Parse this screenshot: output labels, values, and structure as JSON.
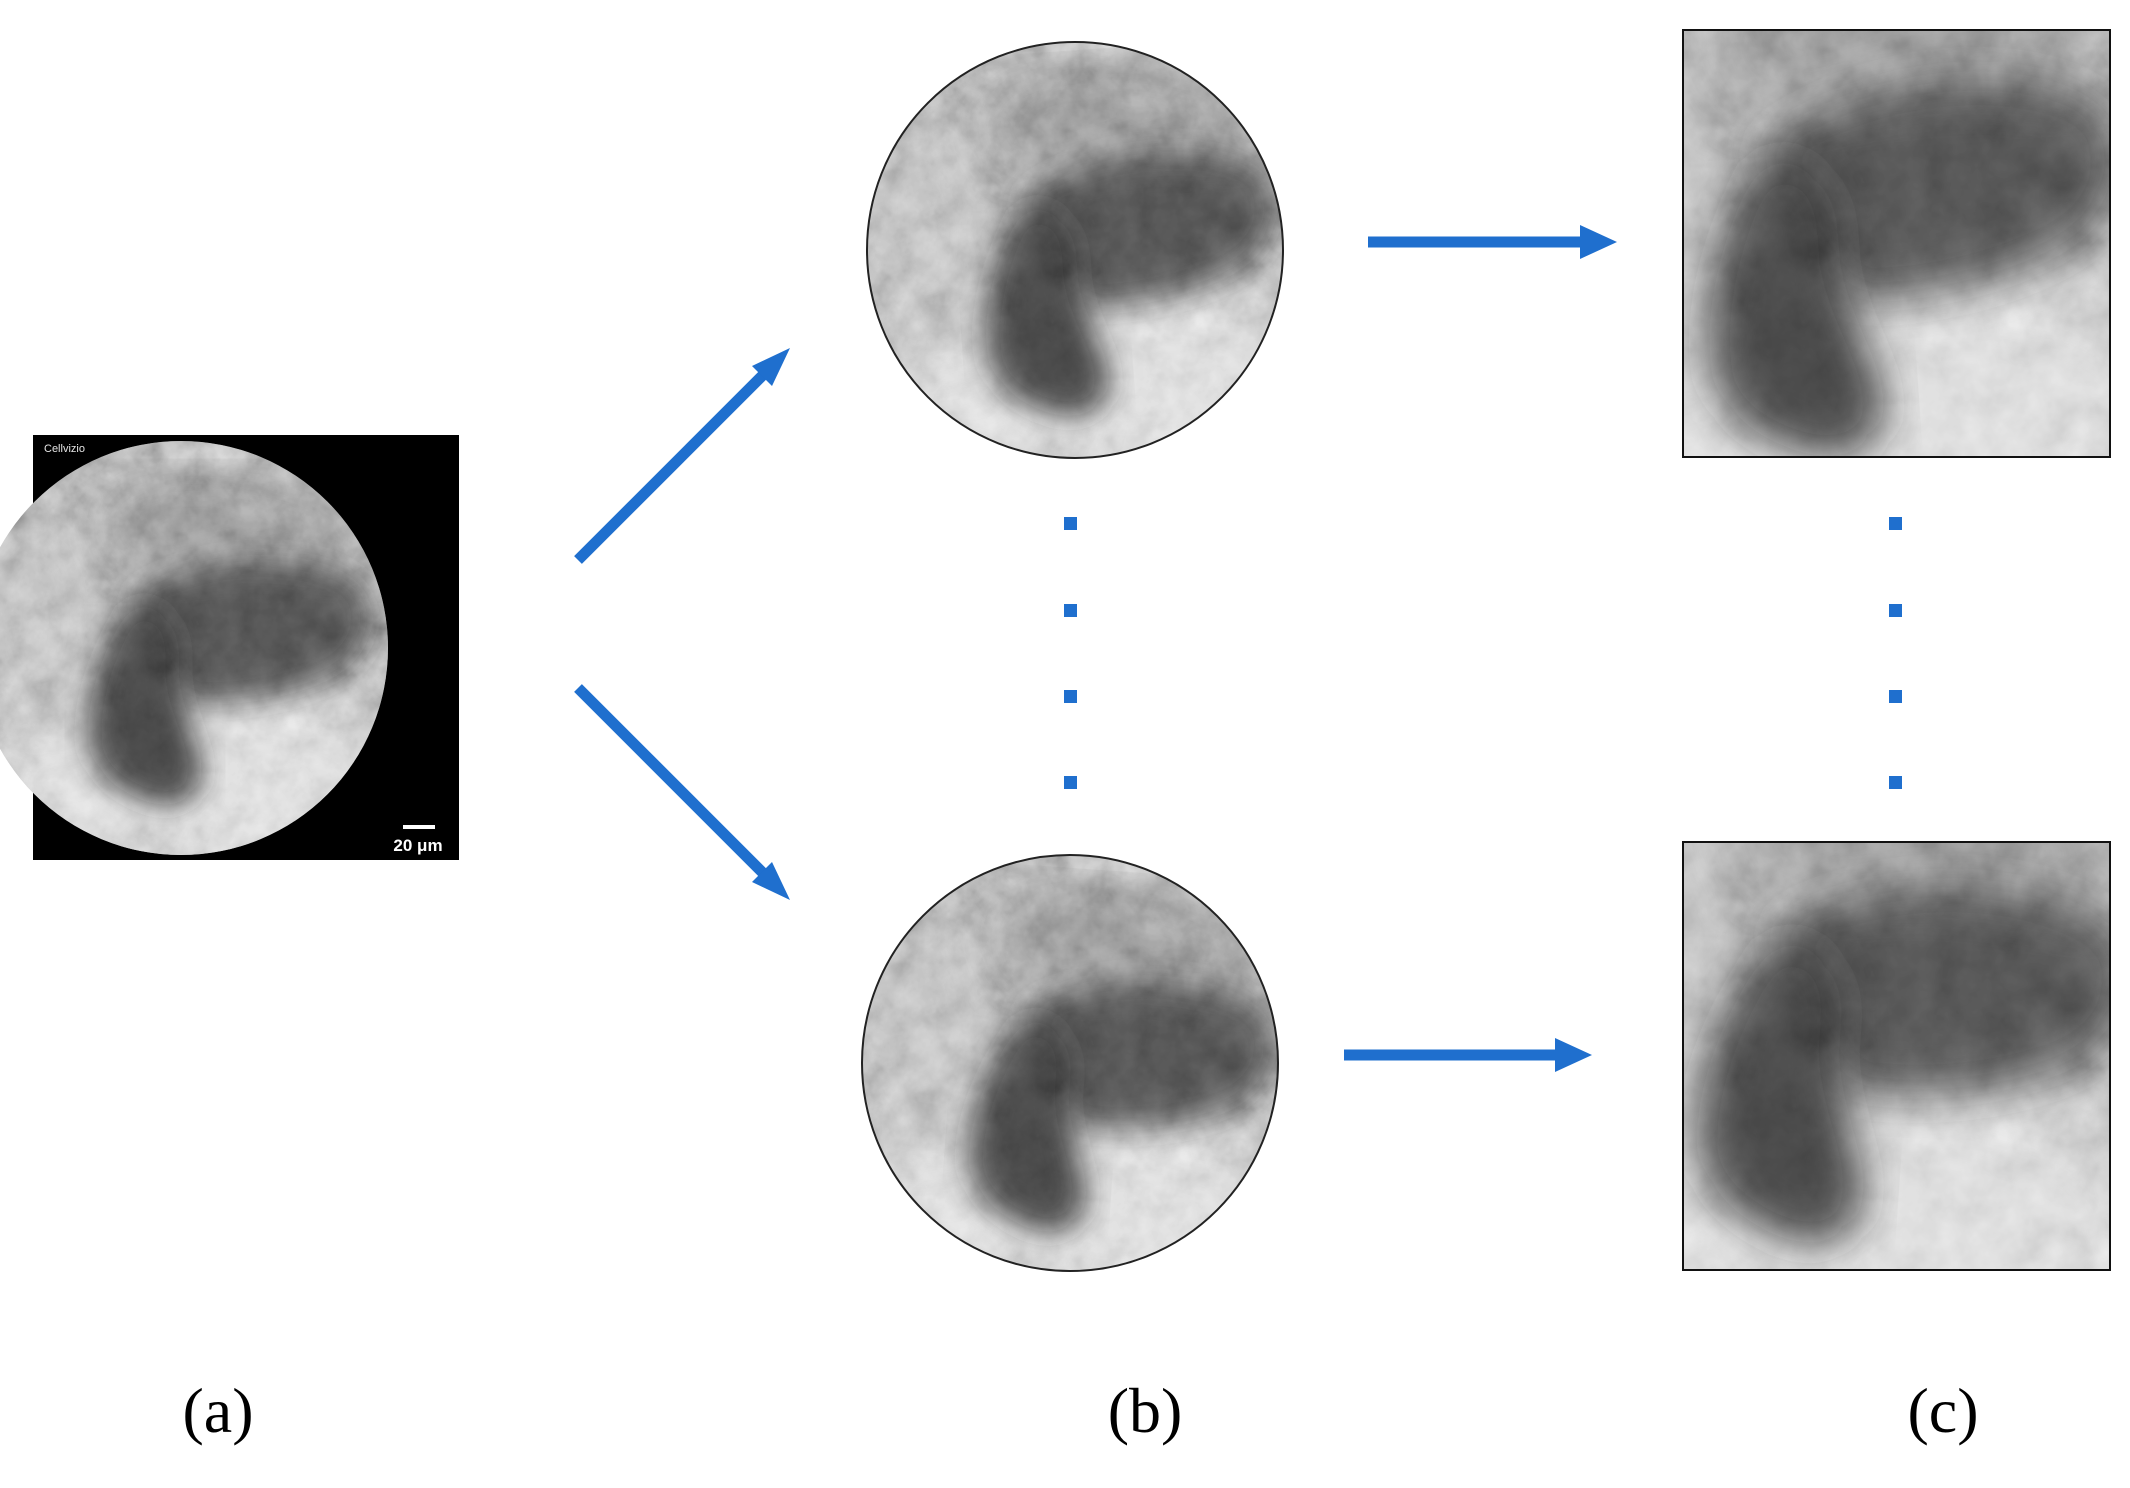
{
  "panels": {
    "a": {
      "label": "(a)",
      "brand": "Cellvizio",
      "scale_bar": "20 μm"
    },
    "b": {
      "label": "(b)"
    },
    "c": {
      "label": "(c)"
    }
  },
  "colors": {
    "arrow": "#1f6fce",
    "background": "#ffffff",
    "frame": "#000000"
  },
  "icons": {
    "arrow": "arrow-icon",
    "ellipsis": "vertical-ellipsis-icon"
  }
}
